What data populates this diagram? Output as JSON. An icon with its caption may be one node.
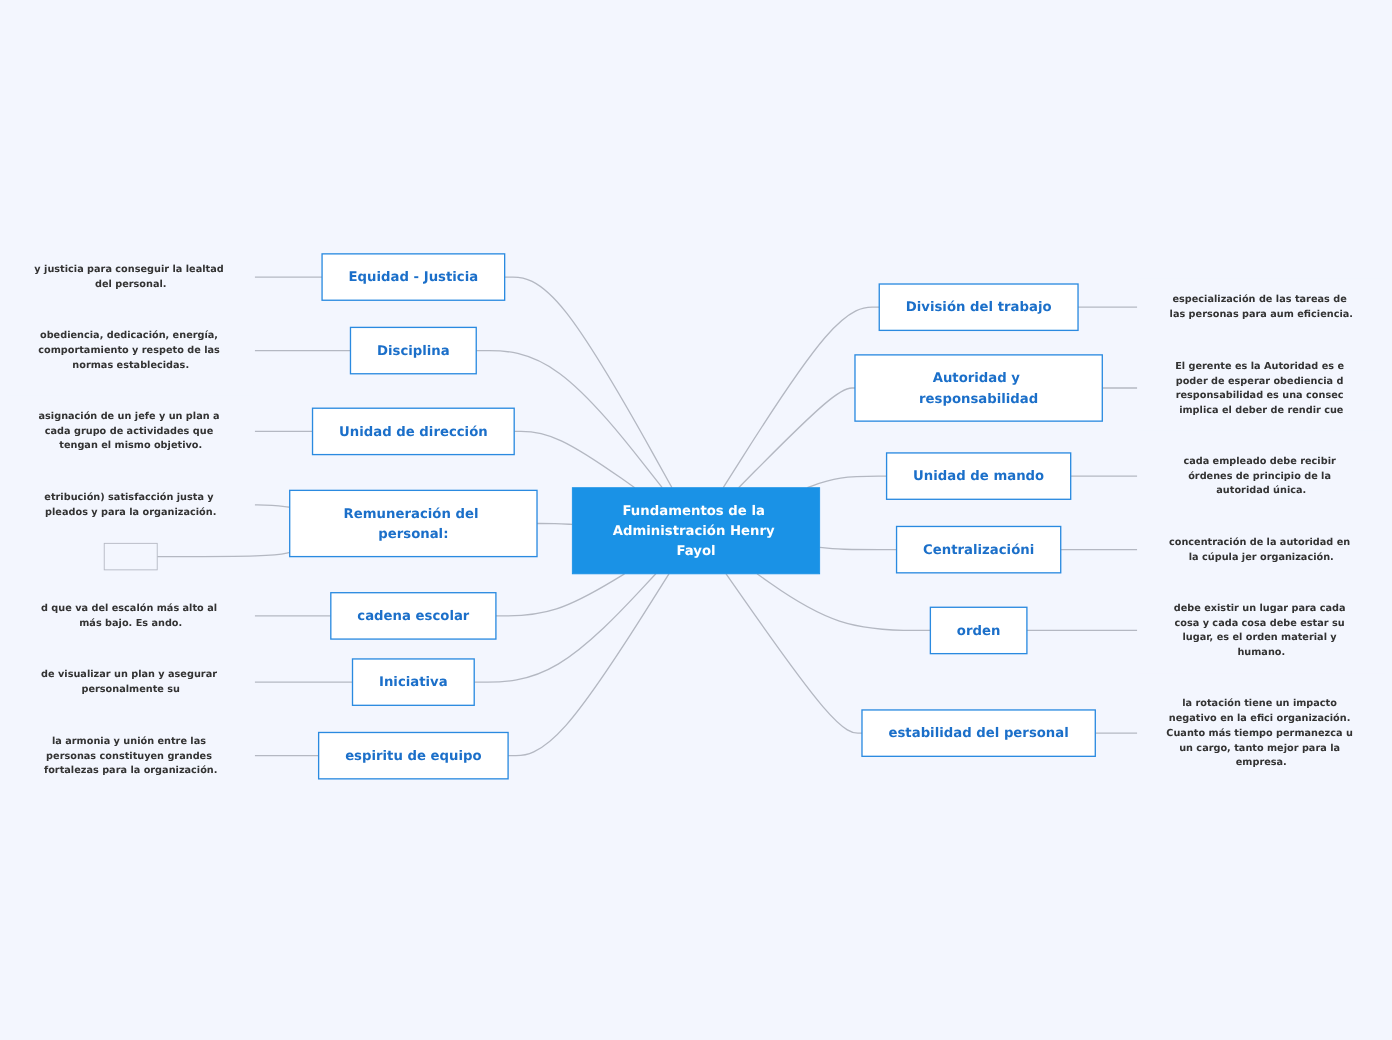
{
  "diagram": {
    "nodes": [
      {
        "text": [
          "Fundamentos de la Administración Henry Fayol"
        ]
      },
      {
        "text": [
          "Equidad - Justicia"
        ]
      },
      {
        "text": [
          "y justicia para conseguir la lealtad del personal."
        ]
      },
      {
        "text": [
          "Disciplina"
        ]
      },
      {
        "text": [
          "obediencia, dedicación, energía, comportamiento y respeto de las normas establecidas."
        ]
      },
      {
        "text": [
          "Unidad de dirección"
        ]
      },
      {
        "text": [
          "asignación de un jefe y un plan a cada grupo de actividades que tengan el mismo objetivo."
        ]
      },
      {
        "text": [
          "Remuneración del personal:"
        ]
      },
      {
        "text": [
          "etribución) satisfacción justa y pleados y para la organización."
        ]
      },
      {
        "text": [],
        "shape": "box"
      },
      {
        "text": [
          "cadena escolar"
        ]
      },
      {
        "text": [
          "d que va del escalón más alto al más bajo. Es ando."
        ]
      },
      {
        "text": [
          "Iniciativa"
        ]
      },
      {
        "text": [
          "de visualizar un plan y asegurar personalmente su"
        ]
      },
      {
        "text": [
          "espiritu de equipo"
        ]
      },
      {
        "text": [
          "la armonia y unión entre las personas constituyen grandes fortalezas para la organización."
        ]
      },
      {
        "text": [
          "División del trabajo"
        ]
      },
      {
        "text": [
          "especialización de las tareas de las personas para aum eficiencia."
        ]
      },
      {
        "text": [
          "Autoridad y responsabilidad"
        ]
      },
      {
        "text": [
          "El gerente es la Autoridad es e poder de esperar obediencia d responsabilidad es una consec implica el deber de rendir cue"
        ]
      },
      {
        "text": [
          "Unidad de mando"
        ]
      },
      {
        "text": [
          "cada empleado debe recibir órdenes de principio de la autoridad única."
        ]
      },
      {
        "text": [
          "Centralizacióni"
        ]
      },
      {
        "text": [
          "concentración de la autoridad en la cúpula jer organización."
        ]
      },
      {
        "text": [
          "orden"
        ]
      },
      {
        "text": [
          "debe existir un lugar para cada cosa y cada cosa debe estar su lugar, es el orden material y humano."
        ]
      },
      {
        "text": [
          "estabilidad del personal"
        ]
      },
      {
        "text": [
          "la rotación tiene un impacto negativo en la efici organización. Cuanto más tiempo permanezca u un cargo, tanto mejor para la empresa."
        ]
      }
    ],
    "edges": [
      {
        "from": 1,
        "to": 0,
        "arrow": "none"
      },
      {
        "from": 2,
        "to": 1,
        "arrow": "none"
      },
      {
        "from": 3,
        "to": 0,
        "arrow": "none"
      },
      {
        "from": 4,
        "to": 3,
        "arrow": "none"
      },
      {
        "from": 5,
        "to": 0,
        "arrow": "none"
      },
      {
        "from": 6,
        "to": 5,
        "arrow": "none"
      },
      {
        "from": 7,
        "to": 0,
        "arrow": "none"
      },
      {
        "from": 8,
        "to": 7,
        "arrow": "none"
      },
      {
        "from": 9,
        "to": 7,
        "arrow": "none"
      },
      {
        "from": 10,
        "to": 0,
        "arrow": "none"
      },
      {
        "from": 11,
        "to": 10,
        "arrow": "none"
      },
      {
        "from": 12,
        "to": 0,
        "arrow": "none"
      },
      {
        "from": 13,
        "to": 12,
        "arrow": "none"
      },
      {
        "from": 14,
        "to": 0,
        "arrow": "none"
      },
      {
        "from": 15,
        "to": 14,
        "arrow": "none"
      },
      {
        "from": 0,
        "to": 16,
        "arrow": "none"
      },
      {
        "from": 16,
        "to": 17,
        "arrow": "none"
      },
      {
        "from": 0,
        "to": 18,
        "arrow": "none"
      },
      {
        "from": 18,
        "to": 19,
        "arrow": "none"
      },
      {
        "from": 0,
        "to": 20,
        "arrow": "none"
      },
      {
        "from": 20,
        "to": 21,
        "arrow": "none"
      },
      {
        "from": 0,
        "to": 22,
        "arrow": "none"
      },
      {
        "from": 22,
        "to": 23,
        "arrow": "none"
      },
      {
        "from": 0,
        "to": 24,
        "arrow": "none"
      },
      {
        "from": 24,
        "to": 25,
        "arrow": "none"
      },
      {
        "from": 0,
        "to": 26,
        "arrow": "none"
      },
      {
        "from": 26,
        "to": 27,
        "arrow": "none"
      }
    ]
  }
}
